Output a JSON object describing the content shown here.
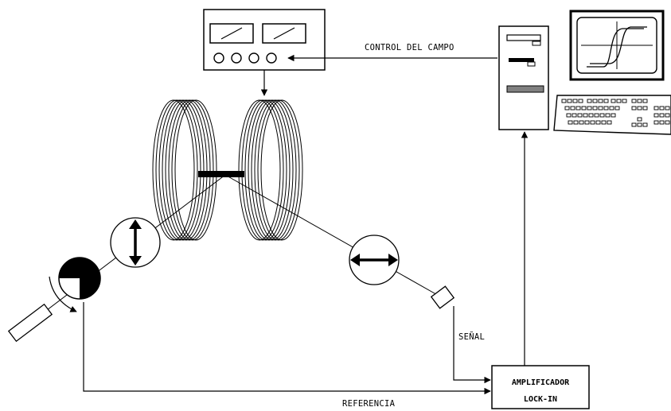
{
  "labels": {
    "field_control": "CONTROL DEL CAMPO",
    "signal": "SEÑAL",
    "reference": "REFERENCIA",
    "amplifier_line1": "AMPLIFICADOR",
    "amplifier_line2": "LOCK-IN"
  },
  "colors": {
    "stroke": "#000000",
    "background": "#ffffff",
    "drive_bar": "#808080"
  },
  "icons": {
    "power_supply": "power-supply-icon",
    "coils": "helmholtz-coils-icon",
    "sample": "sample-icon",
    "polarizer": "polarizer-icon",
    "analyzer": "analyzer-icon",
    "chopper": "chopper-icon",
    "laser": "laser-icon",
    "detector": "detector-icon",
    "computer": "computer-tower-icon",
    "monitor": "monitor-icon",
    "hysteresis": "hysteresis-loop-icon",
    "keyboard": "keyboard-icon"
  }
}
